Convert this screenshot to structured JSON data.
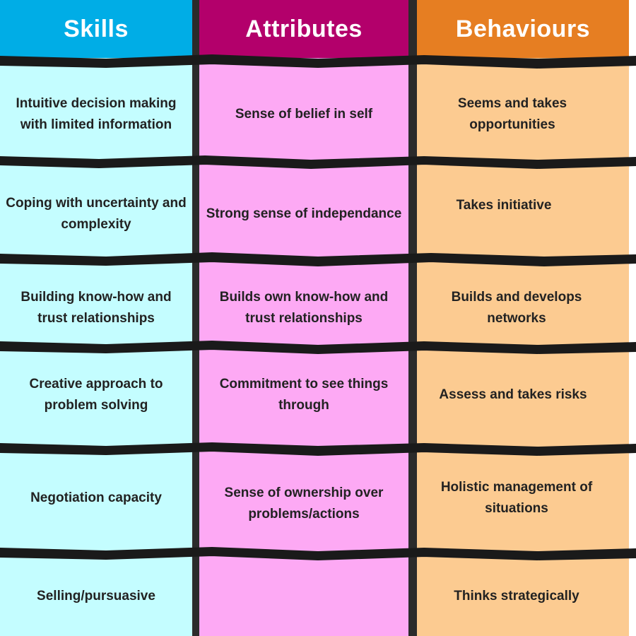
{
  "colors": {
    "skills_header": "#00ade6",
    "skills_body": "#c4fdff",
    "attributes_header": "#b3006b",
    "attributes_body": "#fda9f4",
    "behaviours_header": "#e67e22",
    "behaviours_body": "#fccb91",
    "divider": "#1a1a1a"
  },
  "headers": {
    "skills": "Skills",
    "attributes": "Attributes",
    "behaviours": "Behaviours"
  },
  "rows": [
    {
      "skills": "Intuitive decision making with limited information",
      "attributes": "Sense of belief in self",
      "behaviours": "Seems and takes opportunities"
    },
    {
      "skills": "Coping with uncertainty and complexity",
      "attributes": "Strong sense of independance",
      "behaviours": "Takes initiative"
    },
    {
      "skills": "Building know-how and trust relationships",
      "attributes": "Builds own know-how and trust relationships",
      "behaviours": "Builds and develops networks"
    },
    {
      "skills": "Creative approach to problem solving",
      "attributes": "Commitment to see things through",
      "behaviours": "Assess and takes risks"
    },
    {
      "skills": "Negotiation capacity",
      "attributes": "Sense of ownership over problems/actions",
      "behaviours": "Holistic management of situations"
    },
    {
      "skills": "Selling/pursuasive",
      "attributes": "",
      "behaviours": "Thinks strategically"
    }
  ]
}
